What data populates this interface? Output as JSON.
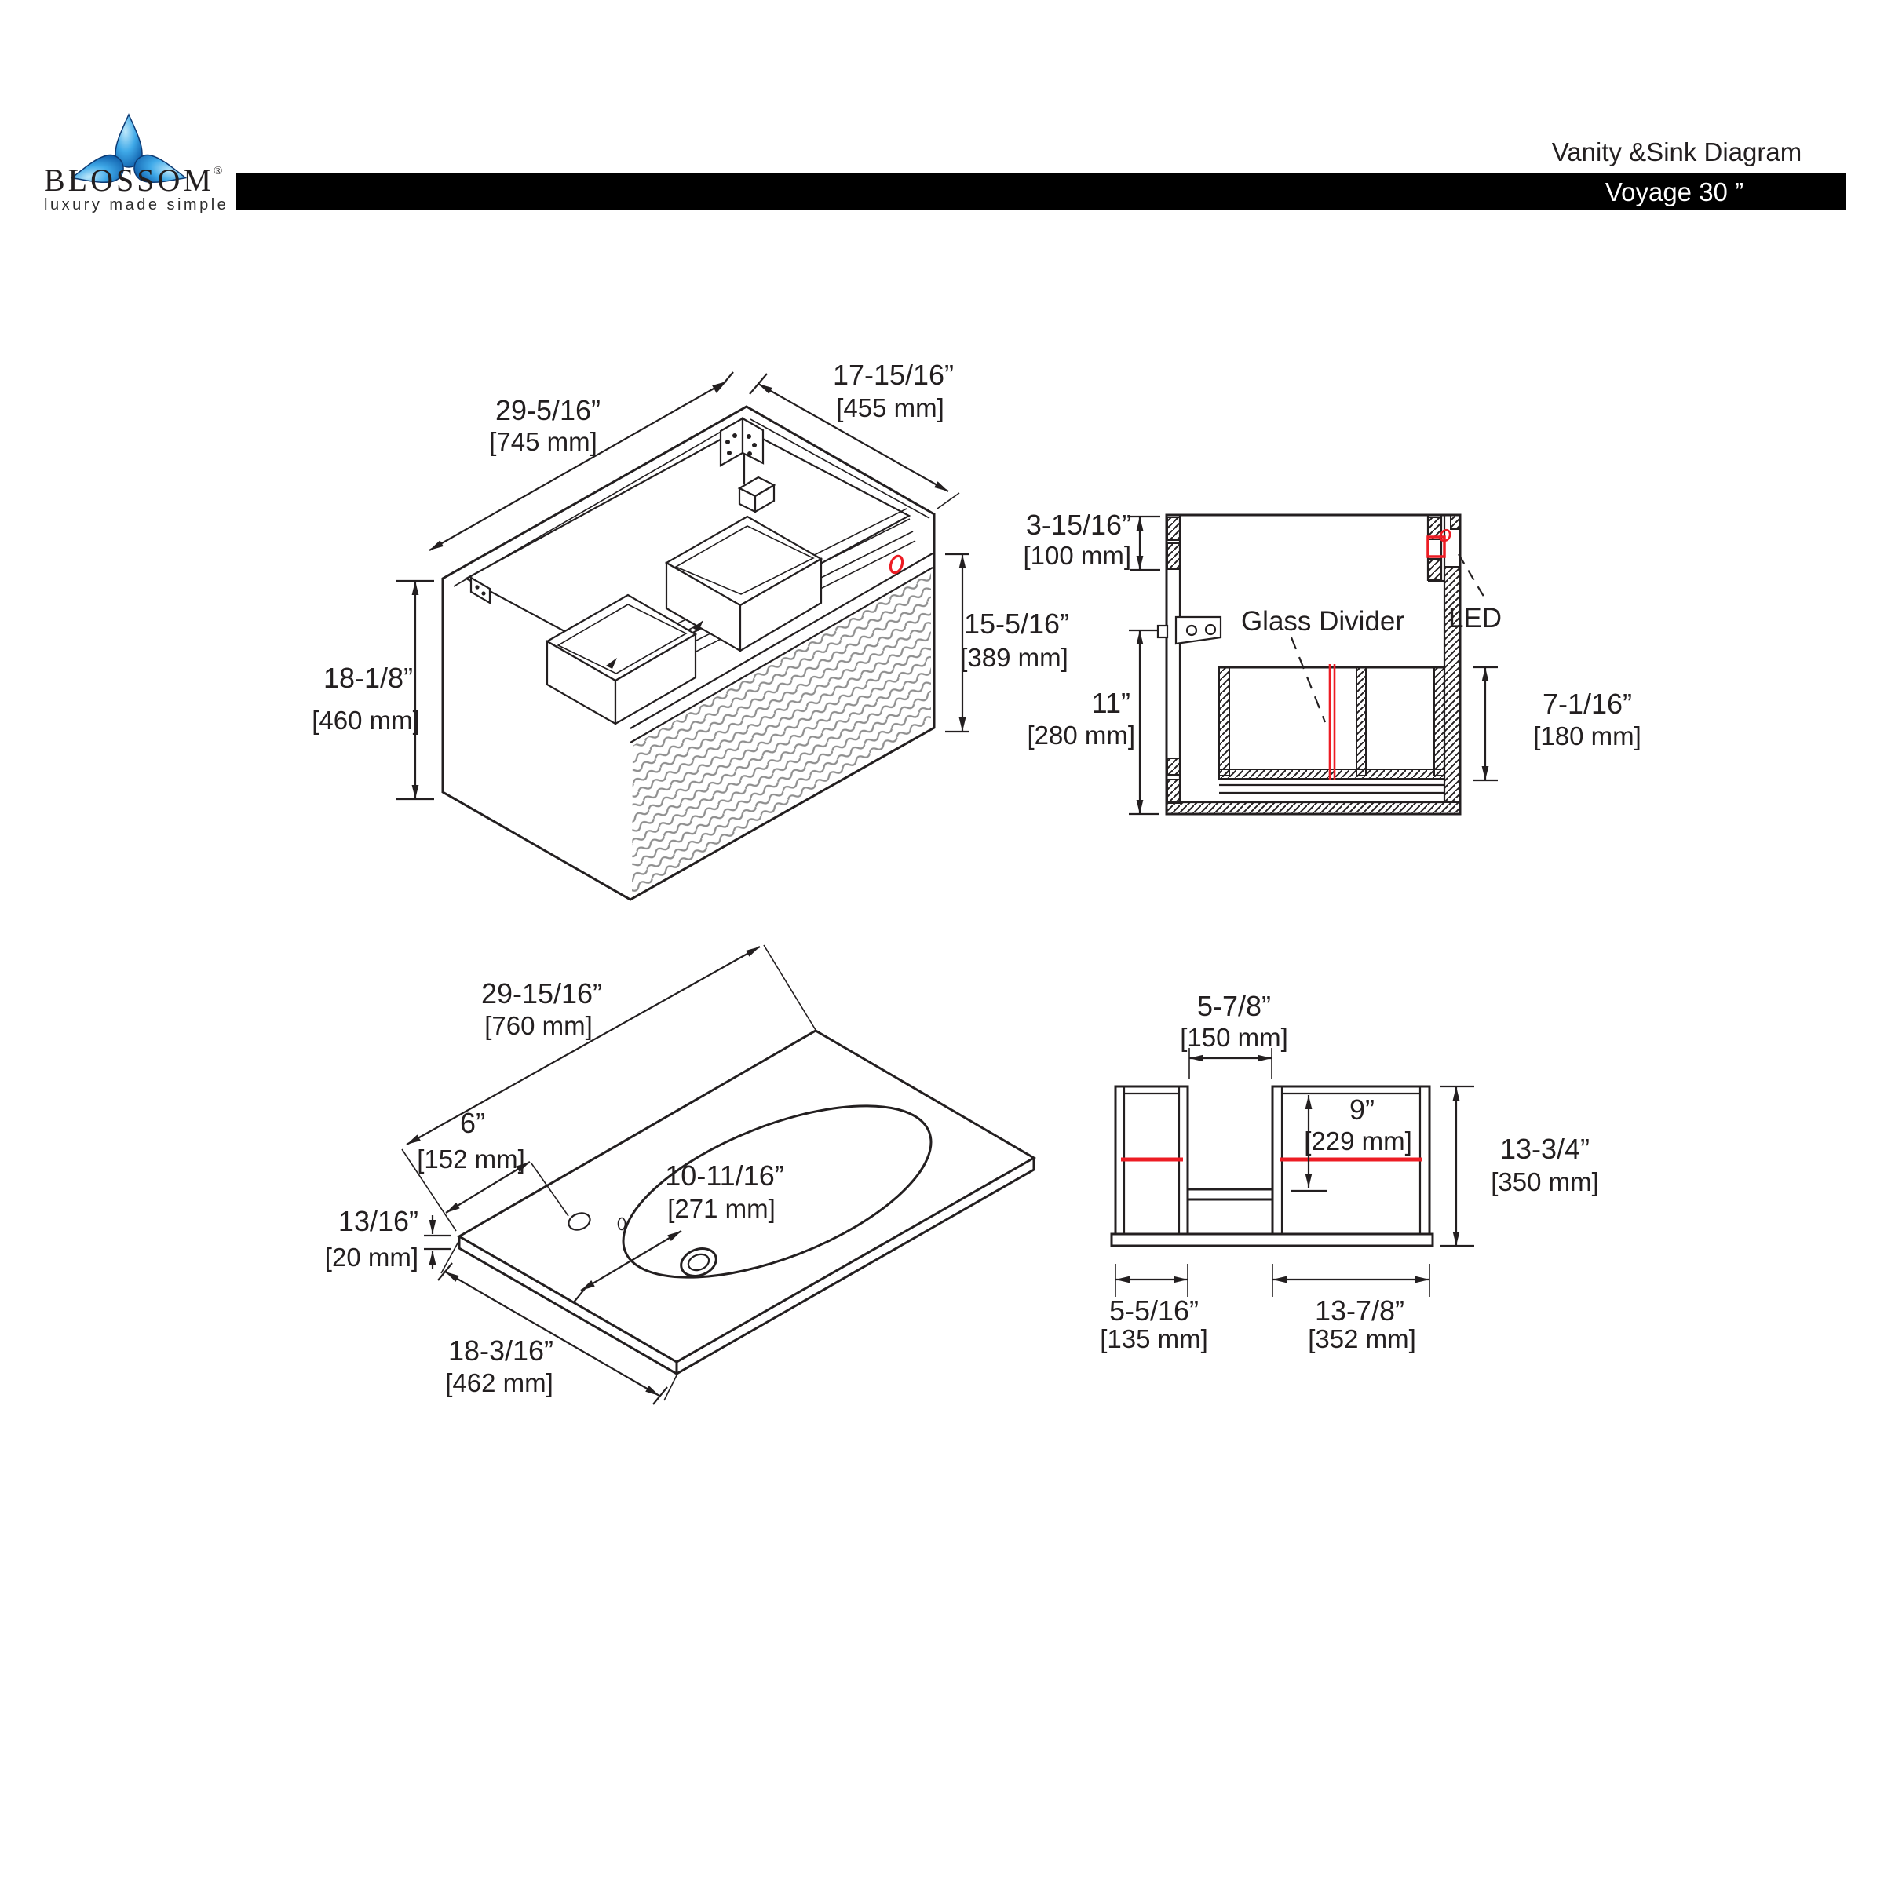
{
  "header": {
    "brand": "BLOSSOM",
    "registered_mark": "®",
    "tagline": "luxury made simple",
    "doc_title": "Vanity &Sink Diagram",
    "model_label": "Voyage 30 ”"
  },
  "colors": {
    "line": "#231f20",
    "accent_red": "#ed1c24",
    "wave_gray": "#8f8f8f",
    "title_bar": "#000000",
    "logo_blue_light": "#bfe9fb",
    "logo_blue_mid": "#3fa9e8",
    "logo_blue_dark": "#0a57a5"
  },
  "views": {
    "cabinet_iso": {
      "dims": {
        "width_in": "29-5/16”",
        "width_mm": "[745 mm]",
        "depth_in": "17-15/16”",
        "depth_mm": "[455 mm]",
        "height_in": "18-1/8”",
        "height_mm": "[460 mm]",
        "front_in": "15-5/16”",
        "front_mm": "[389 mm]"
      }
    },
    "section": {
      "labels": {
        "glass_divider": "Glass Divider",
        "led": "LED"
      },
      "dims": {
        "top_in": "3-15/16”",
        "top_mm": "[100 mm]",
        "inner_in": "11”",
        "inner_mm": "[280 mm]",
        "basin_in": "7-1/16”",
        "basin_mm": "[180 mm]"
      }
    },
    "sink_top": {
      "dims": {
        "width_in": "29-15/16”",
        "width_mm": "[760 mm]",
        "faucet_in": "6”",
        "faucet_mm": "[152 mm]",
        "thick_in": "13/16”",
        "thick_mm": "[20 mm]",
        "drain_in": "10-11/16”",
        "drain_mm": "[271 mm]",
        "depth_in": "18-3/16”",
        "depth_mm": "[462 mm]"
      }
    },
    "front_view": {
      "dims": {
        "gap_in": "5-7/8”",
        "gap_mm": "[150 mm]",
        "basin_in": "9”",
        "basin_mm": "[229 mm]",
        "height_in": "13-3/4”",
        "height_mm": "[350 mm]",
        "left_in": "5-5/16”",
        "left_mm": "[135 mm]",
        "right_in": "13-7/8”",
        "right_mm": "[352 mm]"
      }
    }
  }
}
